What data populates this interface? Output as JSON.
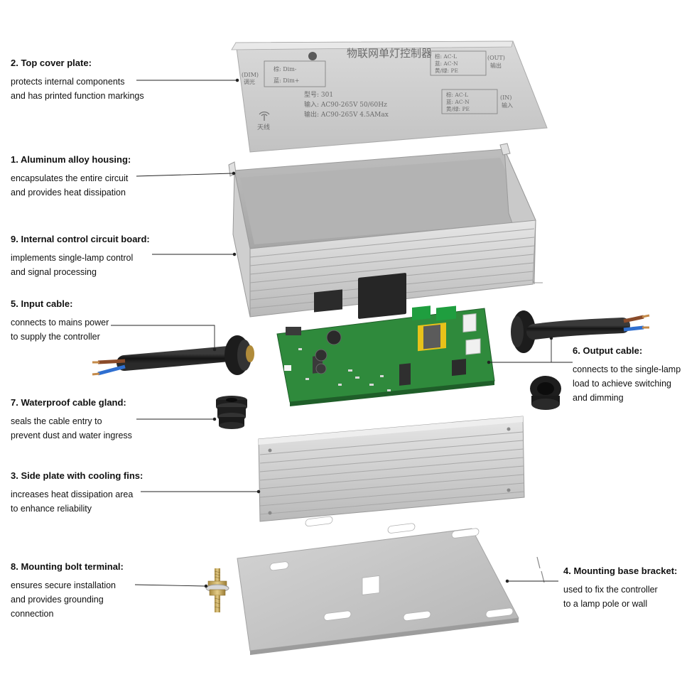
{
  "callouts": {
    "top_cover": {
      "title": "2. Top cover plate:",
      "desc1": "protects internal components",
      "desc2": "and has printed function markings"
    },
    "housing": {
      "title": "1. Aluminum alloy housing:",
      "desc1": "encapsulates the entire circuit",
      "desc2": "and provides heat dissipation"
    },
    "circuit_board": {
      "title": "9. Internal control circuit board:",
      "desc1": "implements single-lamp control",
      "desc2": "and signal processing"
    },
    "input_cable": {
      "title": "5. Input cable:",
      "desc1": "connects to mains power",
      "desc2": "to supply the controller"
    },
    "gland": {
      "title": "7. Waterproof cable gland:",
      "desc1": "seals the cable entry to",
      "desc2": "prevent dust and water ingress"
    },
    "side_plate": {
      "title": "3. Side plate with cooling fins:",
      "desc1": "increases heat dissipation area",
      "desc2": "to enhance reliability"
    },
    "bolt": {
      "title": "8. Mounting bolt terminal:",
      "desc1": "ensures secure installation",
      "desc2": "and provides grounding",
      "desc3": "connection"
    },
    "output_cable": {
      "title": "6. Output cable:",
      "desc1": "connects to the single-lamp",
      "desc2": "load to achieve switching",
      "desc3": "and dimming"
    },
    "bracket": {
      "title": "4. Mounting base bracket:",
      "desc1": "used to fix the controller",
      "desc2": "to a lamp pole or wall"
    }
  },
  "cover_label": {
    "product_name": "物联网单灯控制器",
    "dim_tag": "(DIM)",
    "dim_cn": "调光",
    "dim_brown": "棕: Dim-",
    "dim_blue": "蓝: Dim+",
    "out_l": "棕: AC-L",
    "out_n": "蓝: AC-N",
    "out_pe": "黄/绿: PE",
    "out_tag": "(OUT)",
    "out_cn": "输出",
    "in_l": "棕: AC-L",
    "in_n": "蓝: AC-N",
    "in_pe": "黄/绿: PE",
    "in_tag": "(IN)",
    "in_cn": "输入",
    "model": "型号: 301",
    "input_spec": "输入: AC90-265V  50/60Hz",
    "output_spec": "输出: AC90-265V  4.5AMax",
    "antenna": "天线"
  },
  "colors": {
    "aluminum_light": "#dcdcdc",
    "aluminum_mid": "#c4c4c4",
    "aluminum_dark": "#9e9e9e",
    "pcb_green": "#2f8a3c",
    "cable_black": "#1c1c1c",
    "wire_blue": "#2f6fd0",
    "wire_brown": "#8a4b2a",
    "relay_black": "#262626",
    "transformer_yellow": "#e8c21a",
    "brass": "#c9a85a"
  }
}
